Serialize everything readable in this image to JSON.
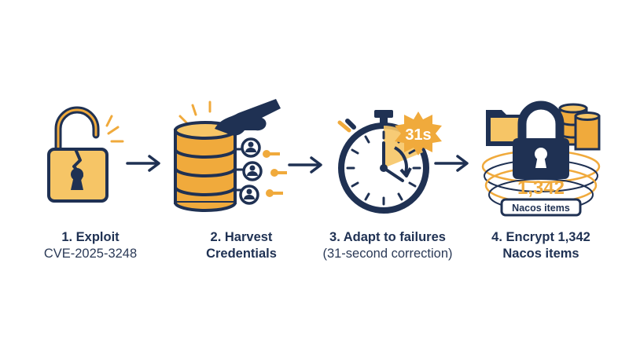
{
  "colors": {
    "navy": "#1f3153",
    "orange": "#f0aa3c",
    "light_orange": "#f6c566",
    "white": "#ffffff"
  },
  "steps": [
    {
      "icon": "broken-padlock-icon",
      "title": "1. Exploit",
      "detail": "CVE-2025-3248"
    },
    {
      "icon": "database-hand-keys-icon",
      "title": "2. Harvest",
      "detail": "Credentials"
    },
    {
      "icon": "stopwatch-icon",
      "title": "3. Adapt to failures",
      "detail": "(31-second correction)",
      "badge": "31s"
    },
    {
      "icon": "encrypted-lock-icon",
      "title": "4. Encrypt 1,342",
      "detail": "Nacos items",
      "count": "1,342",
      "banner": "Nacos items"
    }
  ]
}
